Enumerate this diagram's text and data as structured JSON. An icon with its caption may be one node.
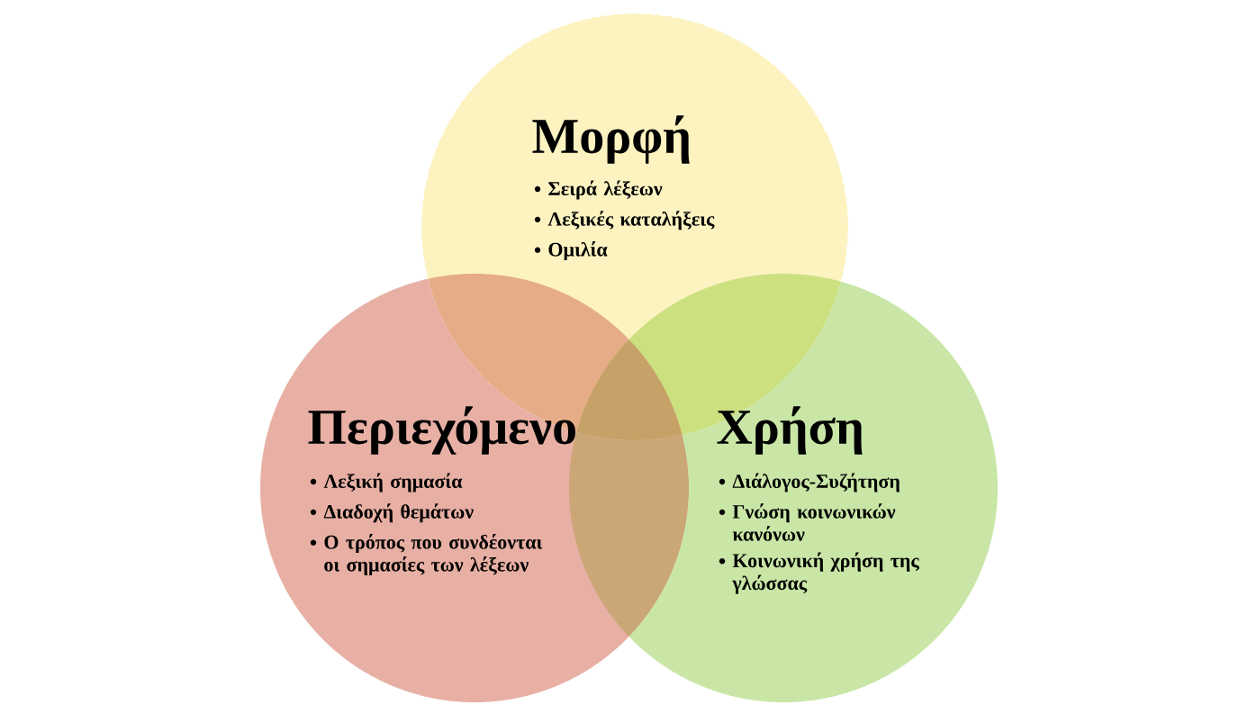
{
  "diagram": {
    "nodes": [
      {
        "text": [
          "Μορφή",
          "Σειρά λέξεων",
          "Λεξικές καταλήξεις",
          "Ομιλία"
        ]
      },
      {
        "text": [
          "Περιεχόμενο",
          "Λεξική σημασία",
          "Διαδοχή θεμάτων",
          "Ο τρόπος που συνδέονται οι σημασίες των λέξεων"
        ]
      },
      {
        "text": [
          "Χρήση",
          "Διάλογος-Συζήτηση",
          "Γνώση κοινωνικών κανόνων",
          "Κοινωνική χρήση της γλώσσας"
        ]
      }
    ]
  }
}
